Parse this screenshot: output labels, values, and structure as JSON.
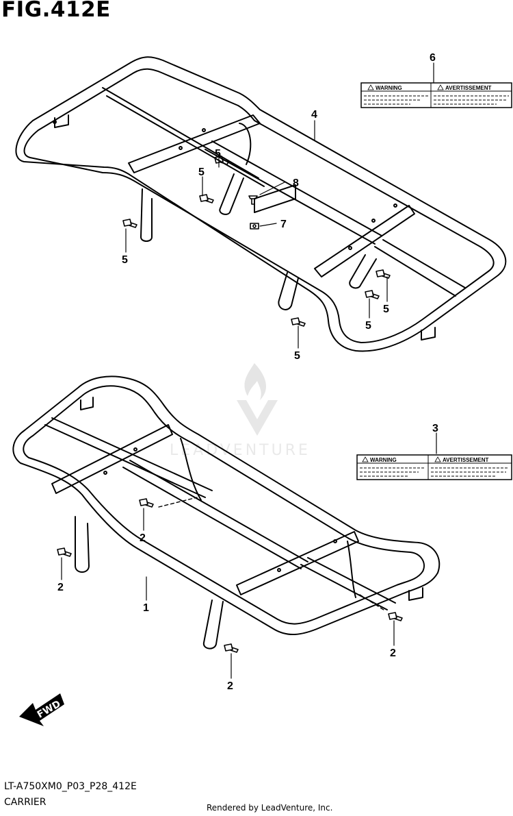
{
  "figure_title": "FIG.412E",
  "footer": {
    "code": "LT-A750XM0_P03_P28_412E",
    "section": "CARRIER",
    "rendered_by": "Rendered by LeadVenture, Inc."
  },
  "watermark": "LEADVENTURE",
  "fwd_label": "FWD",
  "callouts": {
    "c1": "1",
    "c2a": "2",
    "c2b": "2",
    "c2c": "2",
    "c2d": "2",
    "c3": "3",
    "c4": "4",
    "c5a": "5",
    "c5b": "5",
    "c5c": "5",
    "c5d": "5",
    "c5e": "5",
    "c5f": "5",
    "c6": "6",
    "c7": "7",
    "c8": "8"
  },
  "labels": {
    "top": {
      "left": "WARNING",
      "right": "AVERTISSEMENT"
    },
    "bottom": {
      "left": "WARNING",
      "right": "AVERTISSEMENT"
    }
  }
}
